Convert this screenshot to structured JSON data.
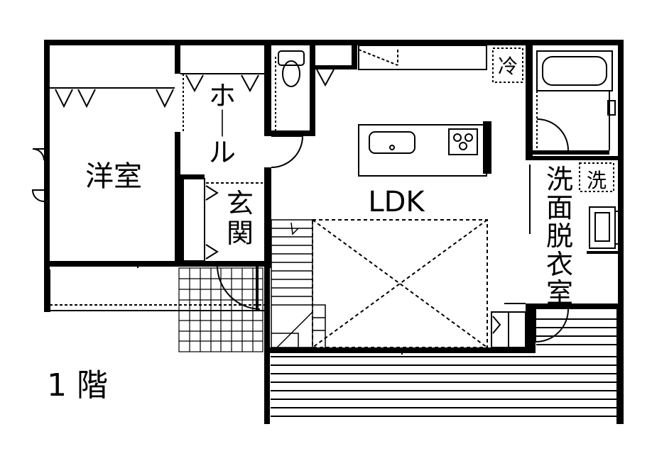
{
  "floor_label": "1 階",
  "rooms": {
    "western_room": "洋室",
    "hall": [
      "ホ",
      "ー",
      "ル"
    ],
    "entrance": [
      "玄",
      "関"
    ],
    "ldk": "LDK",
    "washroom": [
      "洗",
      "面",
      "脱",
      "衣",
      "室"
    ]
  },
  "fixtures": {
    "fridge": "冷",
    "washer": "洗"
  },
  "colors": {
    "wall": "#000000",
    "background": "#ffffff"
  }
}
